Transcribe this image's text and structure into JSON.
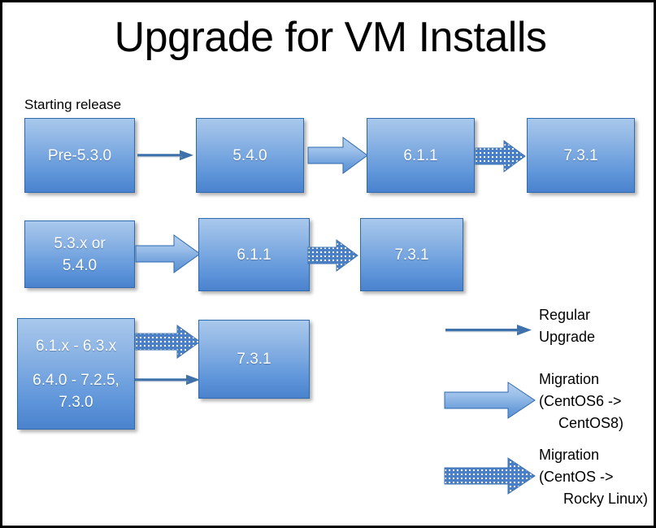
{
  "slide": {
    "title": "Upgrade for VM Installs",
    "caption": "Starting release",
    "background": "#ffffff",
    "border_color": "#000000"
  },
  "colors": {
    "box_fill_top": "#a9c8ec",
    "box_fill_bottom": "#4a82cd",
    "box_border": "#2f6aae",
    "arrow_line": "#3f72ab",
    "block_arrow_fill_top": "#a9c8ec",
    "block_arrow_fill_bottom": "#5b93d6",
    "dotted_arrow_fill": "#4a80c8",
    "dotted_arrow_dots": "#ffffff",
    "box_text": "#ffffff",
    "legend_text": "#000000"
  },
  "rows": [
    {
      "name": "row-1",
      "boxes": [
        {
          "labels": [
            "Pre-5.3.0"
          ]
        },
        {
          "labels": [
            "5.4.0"
          ]
        },
        {
          "labels": [
            "6.1.1"
          ]
        },
        {
          "labels": [
            "7.3.1"
          ]
        }
      ],
      "arrows": [
        "regular-upgrade",
        "migration-centos6-centos8",
        "migration-centos-rocky"
      ]
    },
    {
      "name": "row-2",
      "boxes": [
        {
          "labels": [
            "5.3.x or",
            "5.4.0"
          ]
        },
        {
          "labels": [
            "6.1.1"
          ]
        },
        {
          "labels": [
            "7.3.1"
          ]
        }
      ],
      "arrows": [
        "migration-centos6-centos8",
        "migration-centos-rocky"
      ]
    },
    {
      "name": "row-3",
      "boxes": [
        {
          "labels": [
            "6.1.x - 6.3.x",
            "6.4.0 - 7.2.5,",
            "7.3.0"
          ]
        },
        {
          "labels": [
            "7.3.1"
          ]
        }
      ],
      "arrows": [
        "migration-centos-rocky",
        "regular-upgrade"
      ]
    }
  ],
  "legend": [
    {
      "arrow_type": "regular-upgrade",
      "lines": [
        "Regular",
        "Upgrade",
        ""
      ]
    },
    {
      "arrow_type": "migration-centos6-centos8",
      "lines": [
        "Migration",
        "(CentOS6 ->",
        "CentOS8)"
      ]
    },
    {
      "arrow_type": "migration-centos-rocky",
      "lines": [
        "Migration",
        "(CentOS ->",
        "Rocky Linux)"
      ]
    }
  ]
}
